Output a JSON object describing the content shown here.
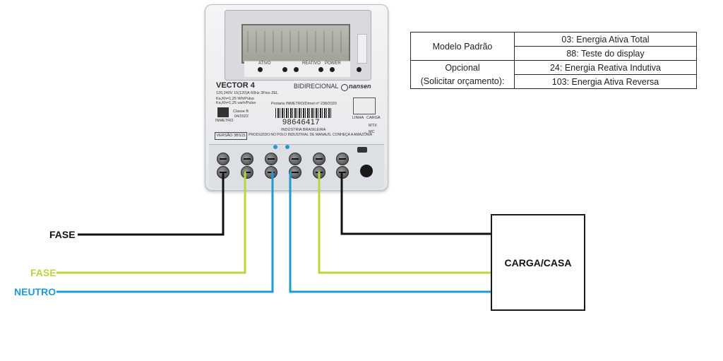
{
  "meter": {
    "window_labels": {
      "ativo": "ATIVO",
      "reativo": "REATIVO",
      "power": "POWER"
    },
    "model": "VECTOR 4",
    "specs": "120,240V  15(120)A  60Hz  3Fios  2EL",
    "constant_1": "Ka,Kh=1,25 Wh/Pulso",
    "constant_2": "Ka,Kh=1,25 varh/Pulso",
    "class": "Classe B",
    "date": "04/2022",
    "inmetro": "INMETRO",
    "mode": "BIDIRECIONAL",
    "brand": "nansen",
    "portaria": "Portaria INMETRO/Dimel nº 238/2020",
    "serial": "98646417",
    "industry": "INDÚSTRIA BRASILEIRA",
    "produced": "PRODUZIDO NO POLO INDUSTRIAL DE MANAUS. CONHEÇA A AMAZÔNIA",
    "version": "VERSÃO 3BS15",
    "linha": "LINHA",
    "carga": "CARGA",
    "mtx": "MTX",
    "mc": "MC"
  },
  "table": {
    "rows": [
      {
        "group": "Modelo Padrão",
        "item": "03: Energia Ativa Total"
      },
      {
        "group": "",
        "item": "88: Teste do display"
      },
      {
        "group": "Opcional",
        "item": "24: Energia Reativa Indutiva"
      },
      {
        "group": "(Solicitar orçamento):",
        "item": "103: Energia Ativa Reversa"
      }
    ]
  },
  "wiring": {
    "labels": {
      "fase_1": "FASE",
      "fase_2": "FASE",
      "neutro": "NEUTRO",
      "carga": "CARGA/CASA"
    },
    "colors": {
      "fase_1": "#111111",
      "fase_2": "#b9d63a",
      "neutro": "#1e9ad6",
      "carga_wire": "#111111"
    }
  }
}
